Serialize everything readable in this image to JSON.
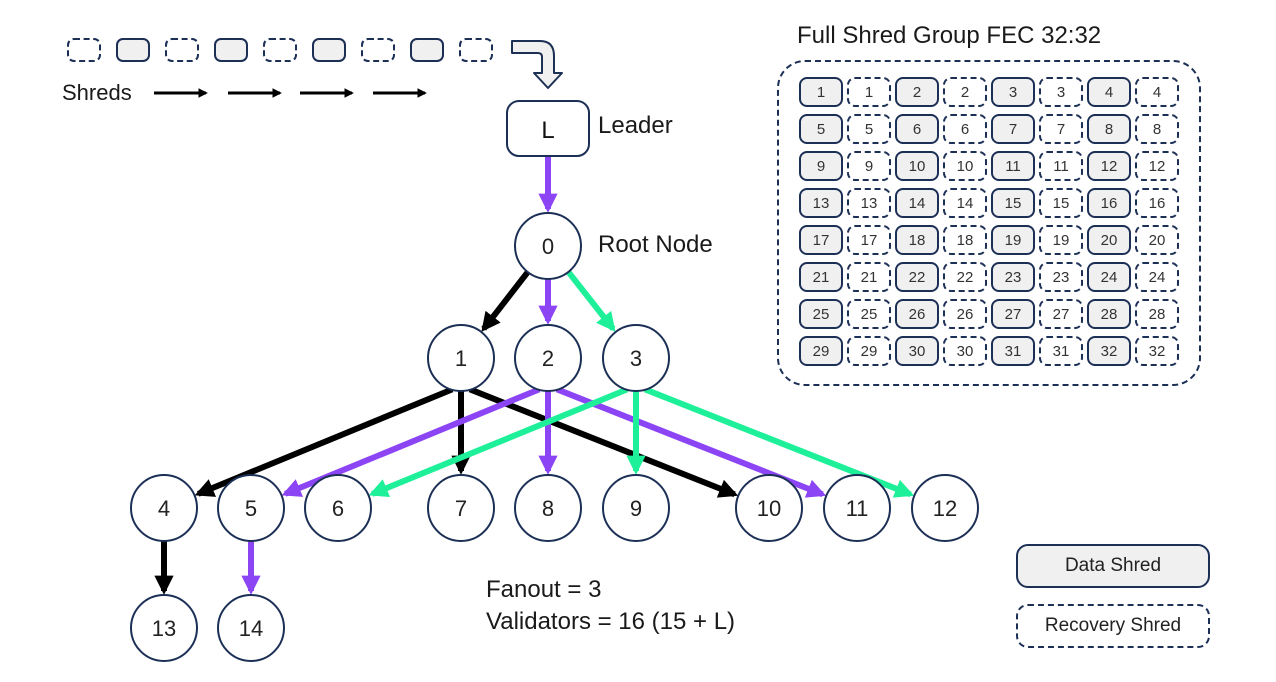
{
  "colors": {
    "node_stroke": "#1c2f55",
    "edge_black": "#000000",
    "edge_purple": "#8c45f5",
    "edge_green": "#1ef09a",
    "data_fill": "#f0f0f0"
  },
  "shreds": {
    "label": "Shreds",
    "sequence": [
      "recovery",
      "data",
      "recovery",
      "data",
      "recovery",
      "data",
      "recovery",
      "data",
      "recovery"
    ],
    "arrow_icon": "right-arrow-icon",
    "arrow_count": 4,
    "flow_icon": "curved-down-arrow-icon"
  },
  "leader": {
    "glyph": "L",
    "label": "Leader"
  },
  "root": {
    "id": "0",
    "label": "Root Node"
  },
  "tree": {
    "nodes": [
      {
        "id": "0"
      },
      {
        "id": "1"
      },
      {
        "id": "2"
      },
      {
        "id": "3"
      },
      {
        "id": "4"
      },
      {
        "id": "5"
      },
      {
        "id": "6"
      },
      {
        "id": "7"
      },
      {
        "id": "8"
      },
      {
        "id": "9"
      },
      {
        "id": "10"
      },
      {
        "id": "11"
      },
      {
        "id": "12"
      },
      {
        "id": "13"
      },
      {
        "id": "14"
      }
    ],
    "edges": [
      {
        "from": "L",
        "to": "0",
        "color": "purple"
      },
      {
        "from": "0",
        "to": "1",
        "color": "black"
      },
      {
        "from": "0",
        "to": "2",
        "color": "purple"
      },
      {
        "from": "0",
        "to": "3",
        "color": "green"
      },
      {
        "from": "1",
        "to": "4",
        "color": "black"
      },
      {
        "from": "1",
        "to": "7",
        "color": "black"
      },
      {
        "from": "1",
        "to": "10",
        "color": "black"
      },
      {
        "from": "2",
        "to": "5",
        "color": "purple"
      },
      {
        "from": "2",
        "to": "8",
        "color": "purple"
      },
      {
        "from": "2",
        "to": "11",
        "color": "purple"
      },
      {
        "from": "3",
        "to": "6",
        "color": "green"
      },
      {
        "from": "3",
        "to": "9",
        "color": "green"
      },
      {
        "from": "3",
        "to": "12",
        "color": "green"
      },
      {
        "from": "4",
        "to": "13",
        "color": "black"
      },
      {
        "from": "5",
        "to": "14",
        "color": "purple"
      }
    ]
  },
  "fec": {
    "title": "Full Shred Group FEC 32:32",
    "count": 32,
    "rows": [
      [
        "1",
        "1",
        "2",
        "2",
        "3",
        "3",
        "4",
        "4"
      ],
      [
        "5",
        "5",
        "6",
        "6",
        "7",
        "7",
        "8",
        "8"
      ],
      [
        "9",
        "9",
        "10",
        "10",
        "11",
        "11",
        "12",
        "12"
      ],
      [
        "13",
        "13",
        "14",
        "14",
        "15",
        "15",
        "16",
        "16"
      ],
      [
        "17",
        "17",
        "18",
        "18",
        "19",
        "19",
        "20",
        "20"
      ],
      [
        "21",
        "21",
        "22",
        "22",
        "23",
        "23",
        "24",
        "24"
      ],
      [
        "25",
        "25",
        "26",
        "26",
        "27",
        "27",
        "28",
        "28"
      ],
      [
        "29",
        "29",
        "30",
        "30",
        "31",
        "31",
        "32",
        "32"
      ]
    ],
    "column_kinds": [
      "data",
      "recovery",
      "data",
      "recovery",
      "data",
      "recovery",
      "data",
      "recovery"
    ]
  },
  "info": {
    "fanout": "Fanout = 3",
    "validators": "Validators = 16 (15 + L)"
  },
  "legend": {
    "data": "Data Shred",
    "recovery": "Recovery Shred"
  }
}
